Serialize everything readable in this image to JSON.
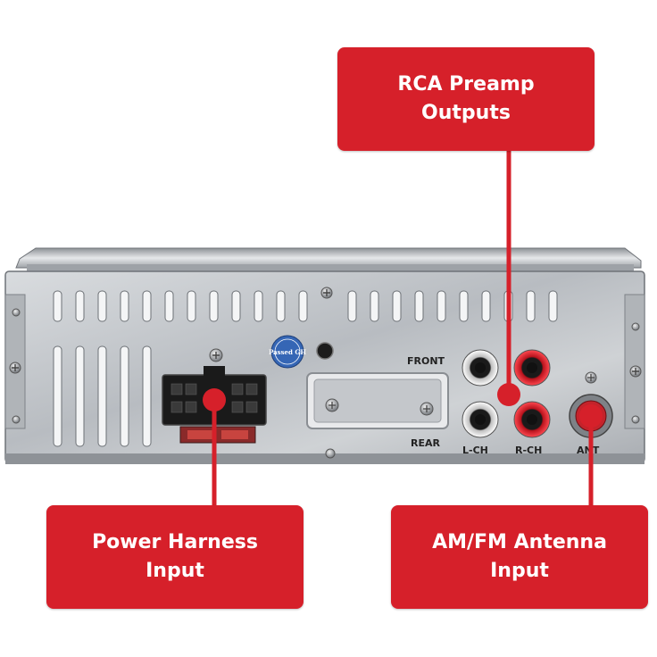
{
  "callouts": {
    "rca": {
      "line1": "RCA Preamp",
      "line2": "Outputs"
    },
    "power": {
      "line1": "Power Harness",
      "line2": "Input"
    },
    "antenna": {
      "line1": "AM/FM Antenna",
      "line2": "Input"
    }
  },
  "panel_labels": {
    "front": "FRONT",
    "rear": "REAR",
    "left_channel": "L-CH",
    "right_channel": "R-CH",
    "antenna": "ANT",
    "badge": "Passed GH"
  },
  "colors": {
    "callout": "#d6202a",
    "panel": "#c9ccd0",
    "rca_left_ring": "#e8e8e8",
    "rca_right_ring": "#d6202a"
  }
}
